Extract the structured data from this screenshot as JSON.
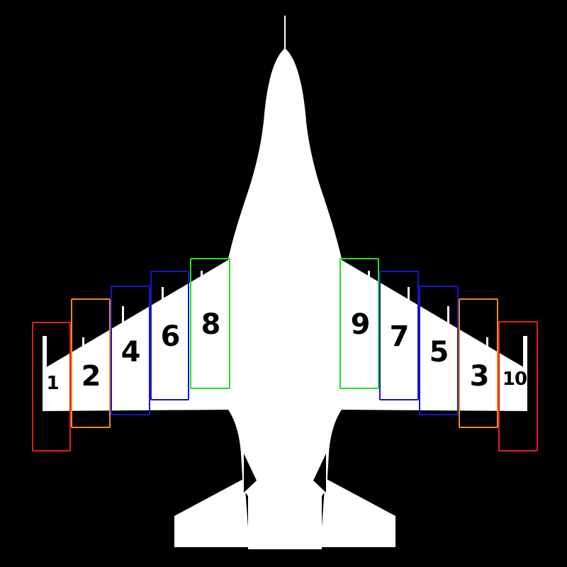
{
  "colors": {
    "background": "#000000",
    "aircraft": "#ffffff",
    "label": "#000000"
  },
  "stations": [
    {
      "id": "s1",
      "label": "1",
      "color": "#e0201a"
    },
    {
      "id": "s2",
      "label": "2",
      "color": "#f08a1c"
    },
    {
      "id": "s4",
      "label": "4",
      "color": "#1616c8"
    },
    {
      "id": "s6",
      "label": "6",
      "color": "#1616c8"
    },
    {
      "id": "s8",
      "label": "8",
      "color": "#22e020"
    },
    {
      "id": "s9",
      "label": "9",
      "color": "#22e020"
    },
    {
      "id": "s7",
      "label": "7",
      "color": "#1616c8"
    },
    {
      "id": "s5",
      "label": "5",
      "color": "#1616c8"
    },
    {
      "id": "s3",
      "label": "3",
      "color": "#f08a1c"
    },
    {
      "id": "s10",
      "label": "10",
      "color": "#e0201a"
    }
  ]
}
